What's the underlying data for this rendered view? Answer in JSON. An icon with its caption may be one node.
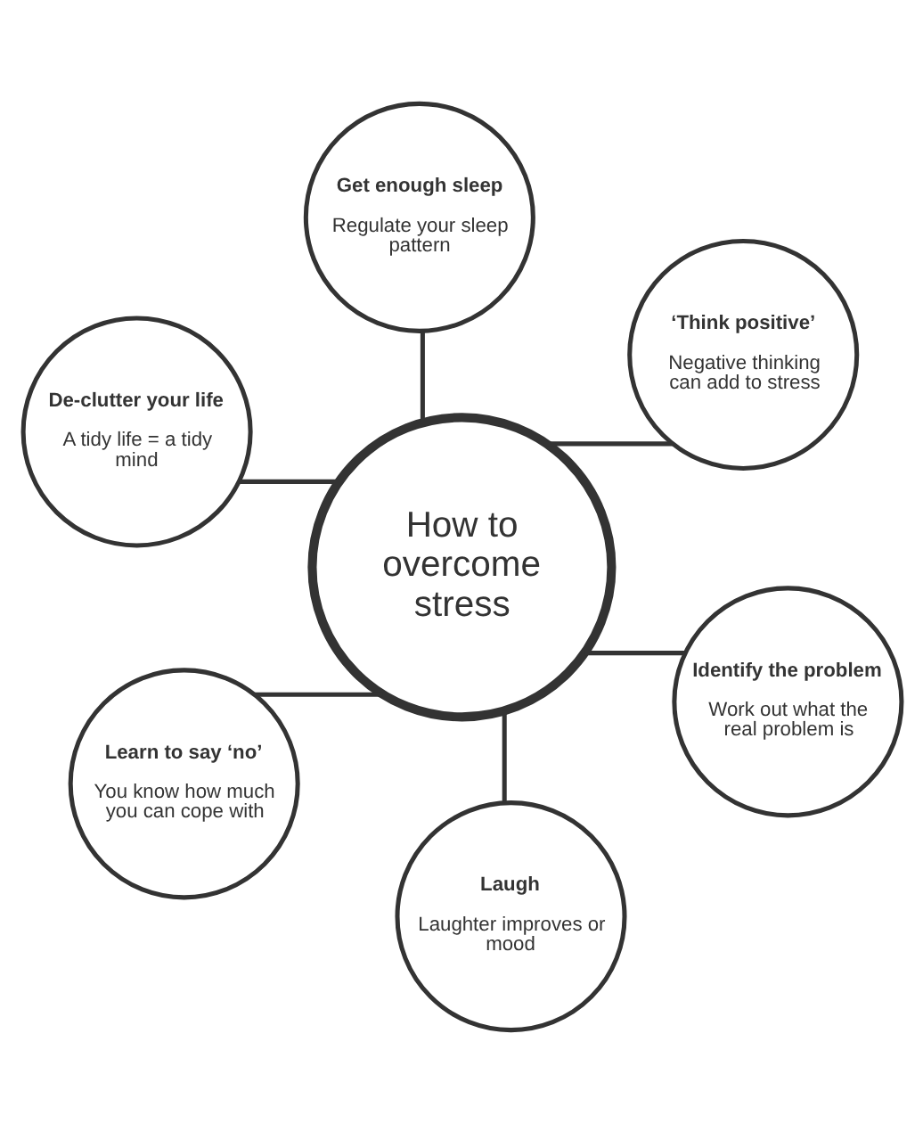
{
  "diagram": {
    "nodes": [
      {
        "text": [
          "De-clutter your life",
          "A tidy life = a tidy mind"
        ]
      },
      {
        "text": [
          "Identify the problem",
          "Work out what the real problem is"
        ]
      },
      {
        "text": [
          "Laugh",
          "Laughter improves or mood"
        ]
      },
      {
        "text": [
          "How to overcome stress"
        ]
      },
      {
        "text": [
          "‘Think positive’",
          "Negative thinking can add to stress"
        ]
      },
      {
        "text": [
          "Get enough sleep",
          "Regulate your sleep pattern"
        ]
      },
      {
        "text": [
          "Learn to say ‘no’",
          "You know how much you can cope with"
        ]
      }
    ],
    "edges": [
      {
        "from": 3,
        "to": 0,
        "arrow": "none"
      },
      {
        "from": 3,
        "to": 1,
        "arrow": "none"
      },
      {
        "from": 3,
        "to": 2,
        "arrow": "none"
      },
      {
        "from": 3,
        "to": 4,
        "arrow": "none"
      },
      {
        "from": 3,
        "to": 5,
        "arrow": "none"
      },
      {
        "from": 3,
        "to": 6,
        "arrow": "none"
      }
    ]
  }
}
